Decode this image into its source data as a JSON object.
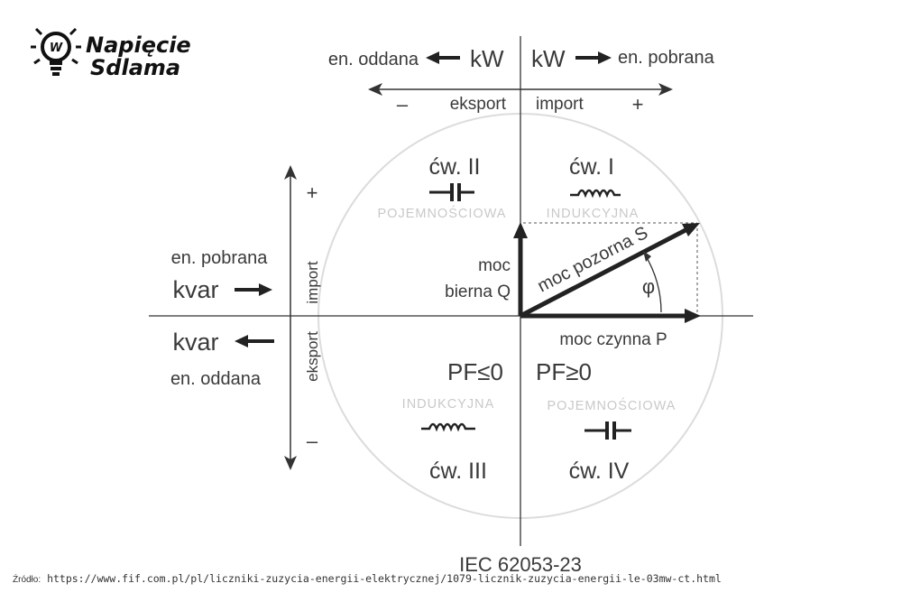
{
  "logo": {
    "line1": "Napięcie",
    "line2": "Sdlama",
    "bulb_letter": "W"
  },
  "top": {
    "left_label": "en. oddana",
    "left_unit": "kW",
    "right_unit": "kW",
    "right_label": "en. pobrana",
    "minus": "–",
    "eksport": "eksport",
    "import": "import",
    "plus": "+"
  },
  "left": {
    "plus": "+",
    "minus": "–",
    "import": "import",
    "eksport": "eksport",
    "pobrana_label": "en. pobrana",
    "kvar_top": "kvar",
    "kvar_bottom": "kvar",
    "oddana_label": "en. oddana"
  },
  "quadrants": {
    "q1": {
      "label": "ćw. I",
      "type": "INDUKCYJNA"
    },
    "q2": {
      "label": "ćw. II",
      "type": "POJEMNOŚCIOWA"
    },
    "q3": {
      "label": "ćw. III",
      "type": "INDUKCYJNA"
    },
    "q4": {
      "label": "ćw. IV",
      "type": "POJEMNOŚCIOWA"
    }
  },
  "vectors": {
    "q_line1": "moc",
    "q_line2": "bierna Q",
    "s_label": "moc pozorna S",
    "p_label": "moc czynna P",
    "phi": "φ"
  },
  "pf": {
    "left": "PF≤0",
    "right": "PF≥0"
  },
  "standard": "IEC 62053-23",
  "source": {
    "label": "Źródło:",
    "url": "https://www.fif.com.pl/pl/liczniki-zuzycia-energii-elektrycznej/1079-licznik-zuzycia-energii-le-03mw-ct.html"
  },
  "colors": {
    "ink": "#222222",
    "text": "#3a3a3a",
    "circle": "#dcdcdc",
    "faint_text": "#c9c9c9"
  }
}
